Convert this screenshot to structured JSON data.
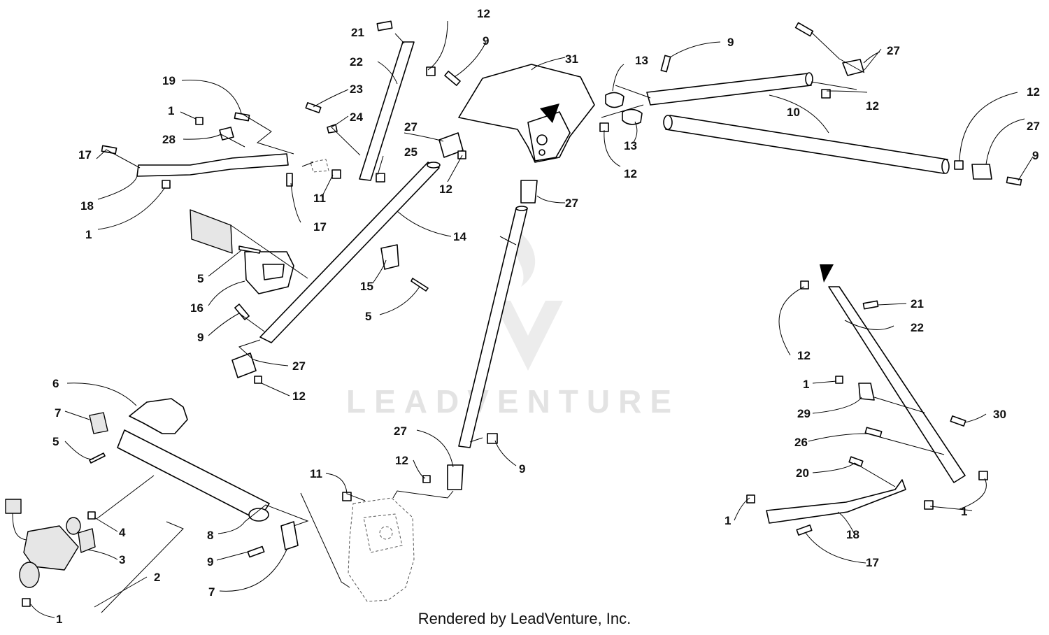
{
  "watermark": {
    "text": "LEADVENTURE"
  },
  "footer": {
    "text": "Rendered by LeadVenture, Inc."
  },
  "callouts": [
    {
      "id": "c-21a",
      "label": "21"
    },
    {
      "id": "c-12a",
      "label": "12"
    },
    {
      "id": "c-9a",
      "label": "9"
    },
    {
      "id": "c-31",
      "label": "31"
    },
    {
      "id": "c-13a",
      "label": "13"
    },
    {
      "id": "c-9b",
      "label": "9"
    },
    {
      "id": "c-27a",
      "label": "27"
    },
    {
      "id": "c-22a",
      "label": "22"
    },
    {
      "id": "c-23",
      "label": "23"
    },
    {
      "id": "c-24",
      "label": "24"
    },
    {
      "id": "c-19",
      "label": "19"
    },
    {
      "id": "c-1a",
      "label": "1"
    },
    {
      "id": "c-28",
      "label": "28"
    },
    {
      "id": "c-12b",
      "label": "12"
    },
    {
      "id": "c-10",
      "label": "10"
    },
    {
      "id": "c-12c",
      "label": "12"
    },
    {
      "id": "c-27b",
      "label": "27"
    },
    {
      "id": "c-25",
      "label": "25"
    },
    {
      "id": "c-17a",
      "label": "17"
    },
    {
      "id": "c-18a",
      "label": "18"
    },
    {
      "id": "c-11a",
      "label": "11"
    },
    {
      "id": "c-1b",
      "label": "1"
    },
    {
      "id": "c-17b",
      "label": "17"
    },
    {
      "id": "c-12d",
      "label": "12"
    },
    {
      "id": "c-27c",
      "label": "27"
    },
    {
      "id": "c-13b",
      "label": "13"
    },
    {
      "id": "c-12e",
      "label": "12"
    },
    {
      "id": "c-9c",
      "label": "9"
    },
    {
      "id": "c-27d",
      "label": "27"
    },
    {
      "id": "c-14",
      "label": "14"
    },
    {
      "id": "c-5a",
      "label": "5"
    },
    {
      "id": "c-15",
      "label": "15"
    },
    {
      "id": "c-16",
      "label": "16"
    },
    {
      "id": "c-5b",
      "label": "5"
    },
    {
      "id": "c-9d",
      "label": "9"
    },
    {
      "id": "c-21b",
      "label": "21"
    },
    {
      "id": "c-22b",
      "label": "22"
    },
    {
      "id": "c-12f",
      "label": "12"
    },
    {
      "id": "c-27e",
      "label": "27"
    },
    {
      "id": "c-12g",
      "label": "12"
    },
    {
      "id": "c-6",
      "label": "6"
    },
    {
      "id": "c-7a",
      "label": "7"
    },
    {
      "id": "c-1c",
      "label": "1"
    },
    {
      "id": "c-29",
      "label": "29"
    },
    {
      "id": "c-30",
      "label": "30"
    },
    {
      "id": "c-5c",
      "label": "5"
    },
    {
      "id": "c-26",
      "label": "26"
    },
    {
      "id": "c-27f",
      "label": "27"
    },
    {
      "id": "c-12h",
      "label": "12"
    },
    {
      "id": "c-9e",
      "label": "9"
    },
    {
      "id": "c-11b",
      "label": "11"
    },
    {
      "id": "c-20",
      "label": "20"
    },
    {
      "id": "c-4",
      "label": "4"
    },
    {
      "id": "c-1d",
      "label": "1"
    },
    {
      "id": "c-1e",
      "label": "1"
    },
    {
      "id": "c-8",
      "label": "8"
    },
    {
      "id": "c-18b",
      "label": "18"
    },
    {
      "id": "c-3",
      "label": "3"
    },
    {
      "id": "c-9f",
      "label": "9"
    },
    {
      "id": "c-2",
      "label": "2"
    },
    {
      "id": "c-17c",
      "label": "17"
    },
    {
      "id": "c-7b",
      "label": "7"
    },
    {
      "id": "c-1f",
      "label": "1"
    }
  ]
}
